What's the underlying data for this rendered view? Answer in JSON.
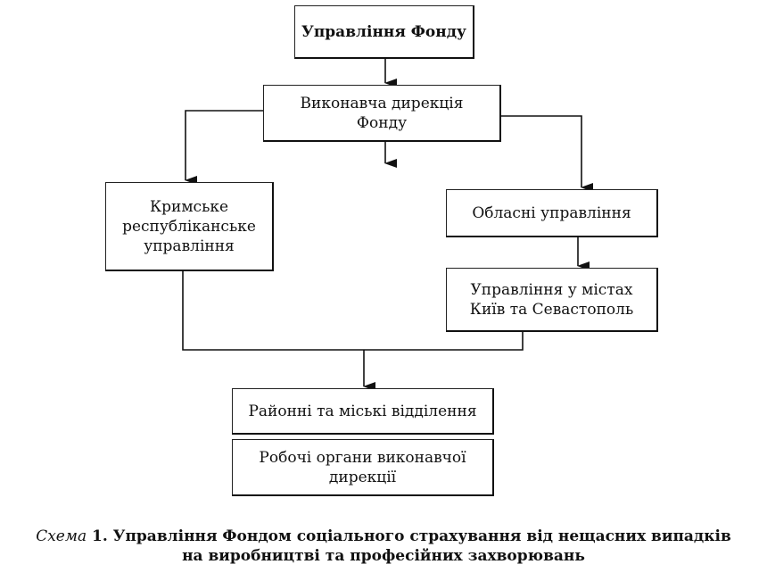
{
  "diagram": {
    "nodes": {
      "fund_management": "Управління Фонду",
      "executive_directorate": [
        "Виконавча дирекція",
        "Фонду"
      ],
      "crimean_directorate": [
        "Кримське",
        "республіканське",
        "управління"
      ],
      "regional_directorates": "Обласні управління",
      "city_directorates": [
        "Управління у містах",
        "Київ та Севастополь"
      ],
      "district_offices": "Районні та міські відділення",
      "working_bodies": [
        "Робочі органи виконавчої",
        "дирекції"
      ]
    },
    "edges": [
      {
        "from": "fund_management",
        "to": "executive_directorate"
      },
      {
        "from": "executive_directorate",
        "to": "crimean_directorate"
      },
      {
        "from": "executive_directorate",
        "to": "regional_directorates"
      },
      {
        "from": "regional_directorates",
        "to": "city_directorates"
      },
      {
        "from": "crimean_directorate",
        "to": "district_offices"
      },
      {
        "from": "city_directorates",
        "to": "district_offices"
      }
    ]
  },
  "caption": {
    "label": "Схема",
    "number": "1.",
    "text_line1": "Управління Фондом соціального страхування від нещасних випадків",
    "text_line2": "на виробництві та професійних захворювань"
  }
}
